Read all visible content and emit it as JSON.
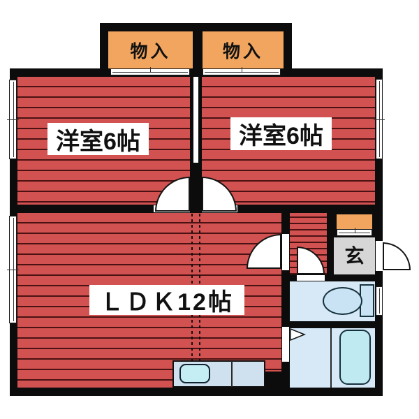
{
  "title": "apartment-floor-plan",
  "labels": {
    "closet1": "物入",
    "closet2": "物入",
    "bedroom1": "洋室6帖",
    "bedroom2": "洋室6帖",
    "ldk": "ＬＤＫ12帖",
    "entrance": "玄"
  },
  "rooms": [
    {
      "name": "closet-1",
      "label": "物入",
      "floor": "storage"
    },
    {
      "name": "closet-2",
      "label": "物入",
      "floor": "storage"
    },
    {
      "name": "western-room-1",
      "label": "洋室6帖",
      "floor": "wood-red"
    },
    {
      "name": "western-room-2",
      "label": "洋室6帖",
      "floor": "wood-red"
    },
    {
      "name": "ldk",
      "label": "ＬＤＫ12帖",
      "floor": "wood-red"
    },
    {
      "name": "hallway",
      "label": "",
      "floor": "wood-red"
    },
    {
      "name": "entrance-genkan",
      "label": "玄",
      "floor": "tile-gray"
    },
    {
      "name": "toilet-room",
      "label": "",
      "floor": "blue"
    },
    {
      "name": "bathroom",
      "label": "",
      "floor": "blue"
    }
  ],
  "colors": {
    "wall": "#0c0c0c",
    "floor_red": "#d25151",
    "floor_red_stripe": "#4a1212",
    "closet_orange": "#f2a55f",
    "entrance_gray": "#d6d6d6",
    "wet_room_blue": "#d7e9f6",
    "bathtub_blue": "#bfeaf1",
    "fixture_blue": "#c9e3f4",
    "counter_blue": "#cfe0ee",
    "sink_blue": "#c5edf4",
    "background": "#ffffff"
  }
}
